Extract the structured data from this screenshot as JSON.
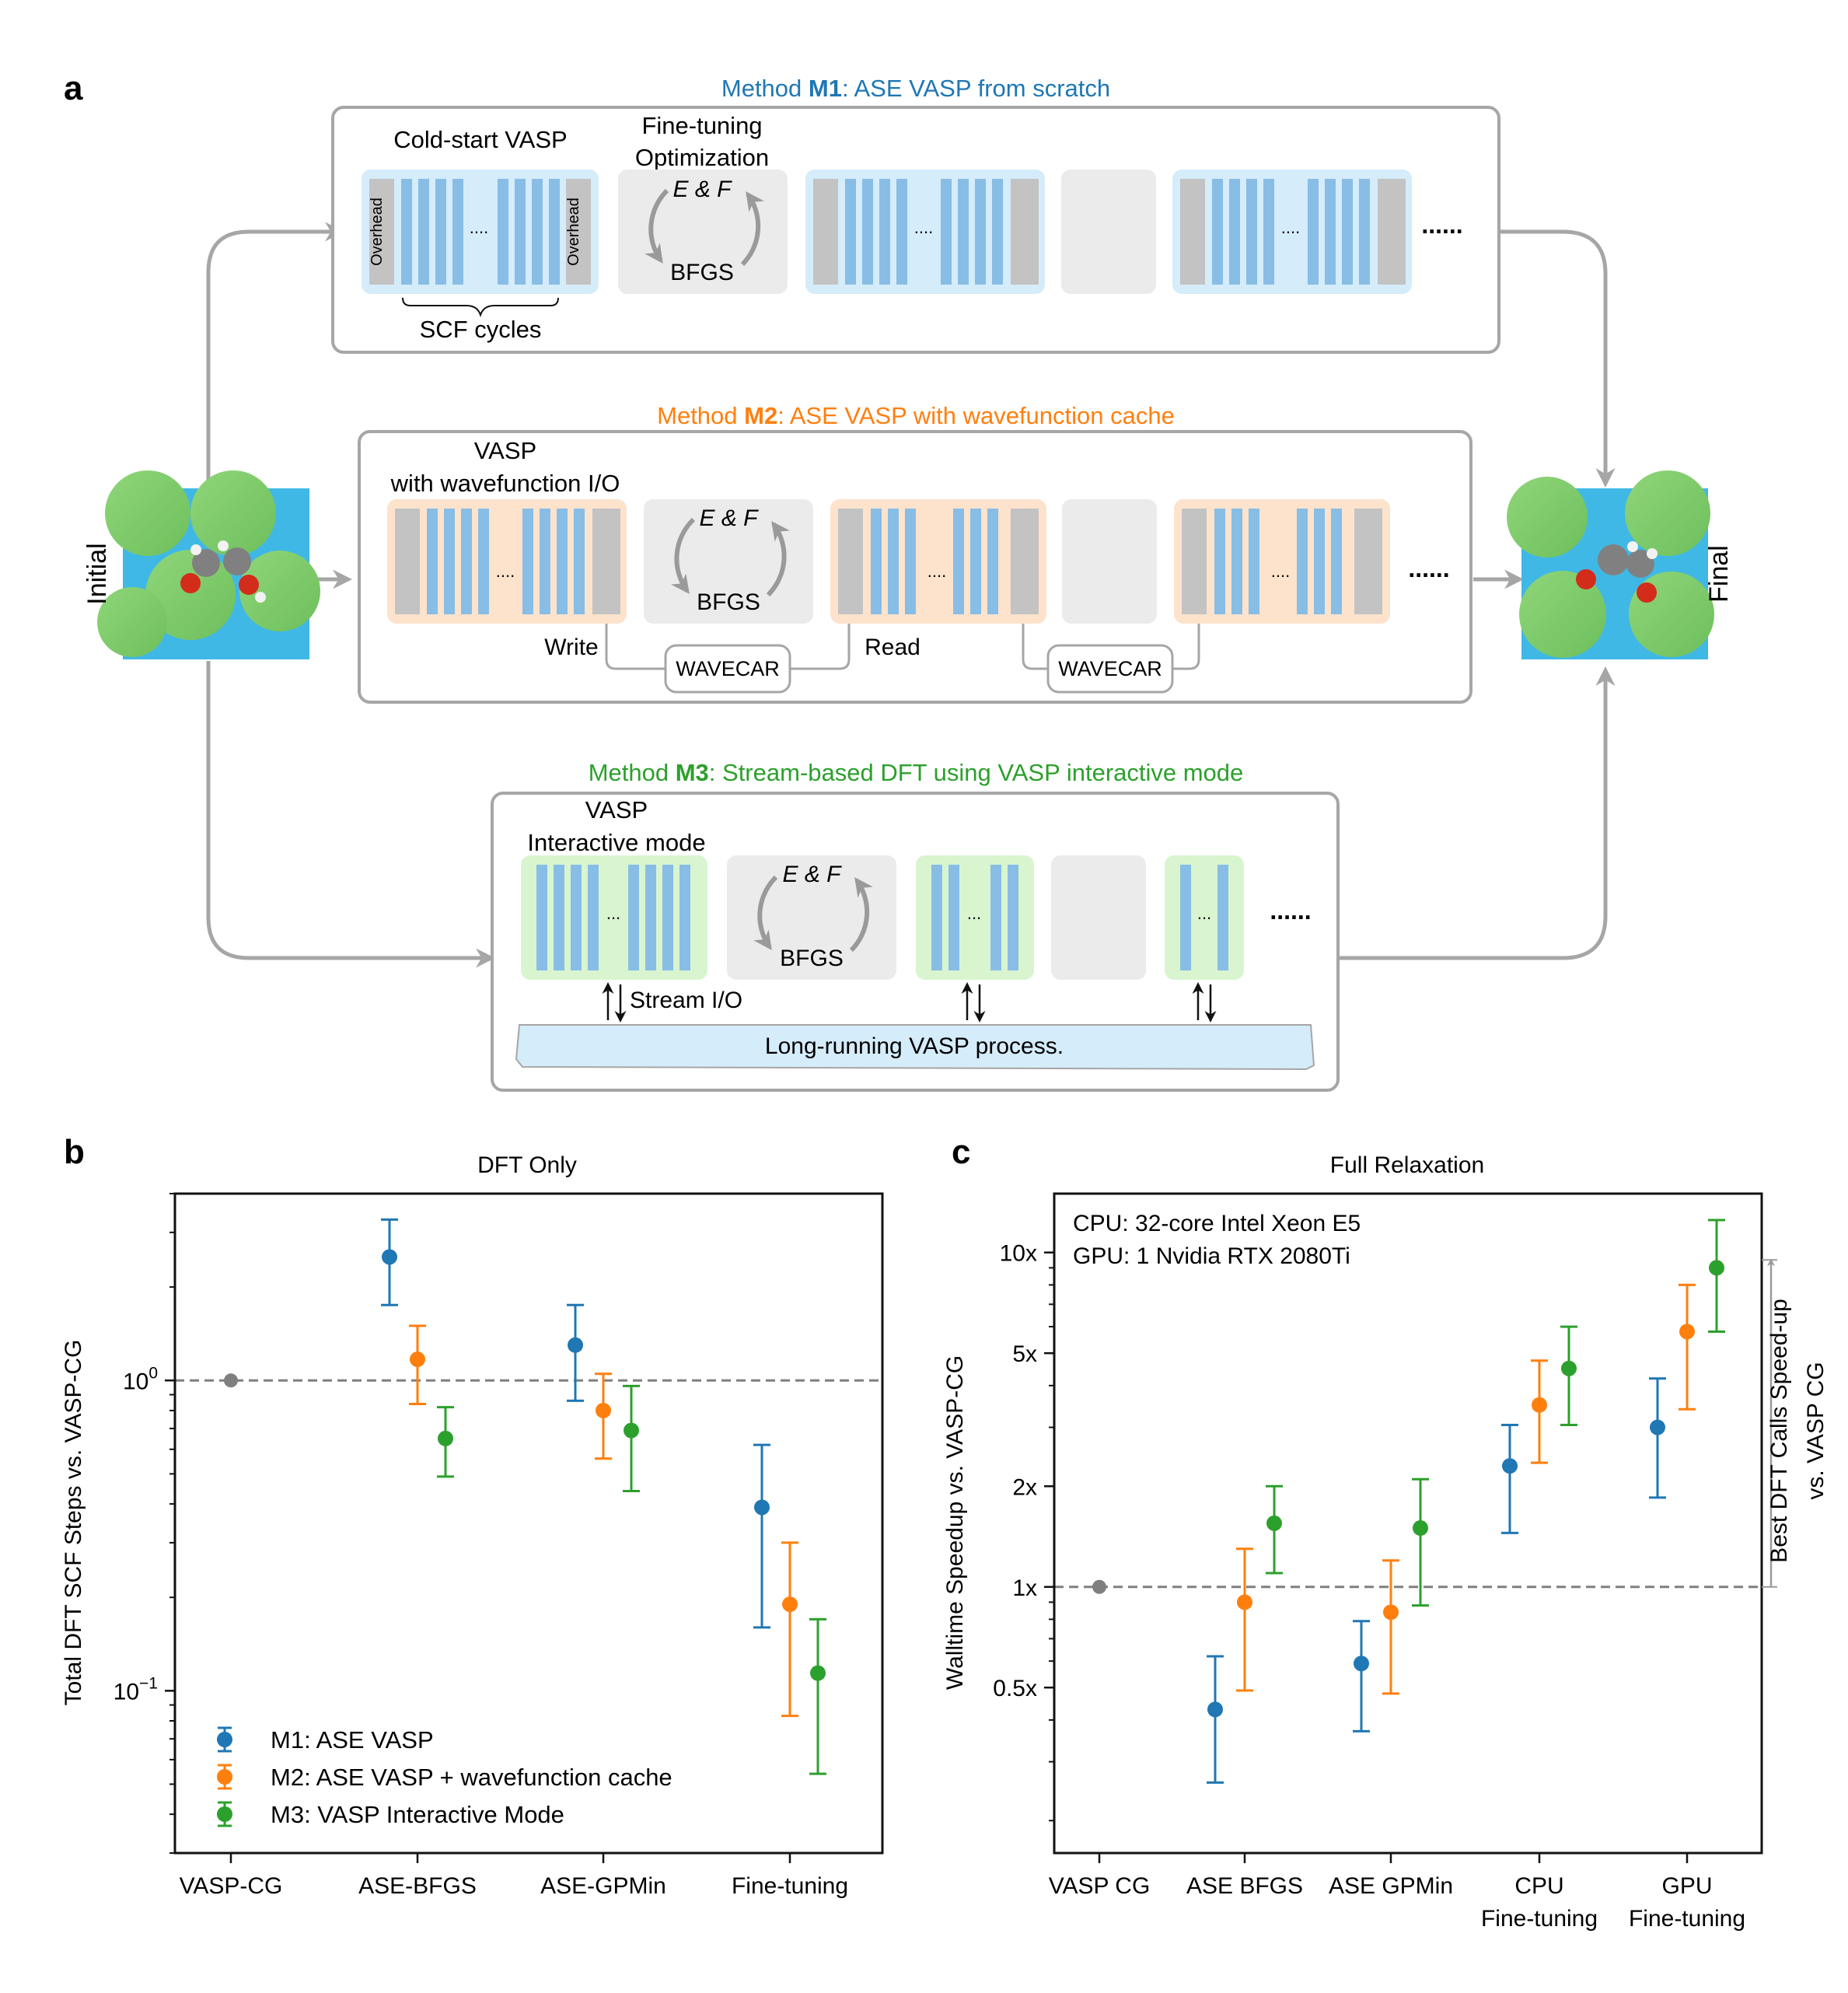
{
  "panel_a": {
    "label": "a",
    "m1": {
      "title_prefix": "Method ",
      "title_bold": "M1",
      "title_suffix": ": ASE VASP from scratch",
      "cold_start": "Cold-start VASP",
      "fine_tuning_line1": "Fine-tuning",
      "fine_tuning_line2": "Optimization",
      "overhead": "Overhead",
      "scf_cycles": "SCF cycles",
      "ef_label": "E & F",
      "bfgs": "BFGS",
      "ellipsis_small": "....",
      "ellipsis_big": "......"
    },
    "m2": {
      "title_prefix": "Method ",
      "title_bold": "M2",
      "title_suffix": ": ASE VASP with wavefunction cache",
      "vasp_line1": "VASP",
      "vasp_line2": "with wavefunction I/O",
      "ef_label": "E & F",
      "bfgs": "BFGS",
      "write": "Write",
      "read": "Read",
      "wavecar": "WAVECAR",
      "ellipsis_small": "....",
      "ellipsis_big": "......"
    },
    "m3": {
      "title_prefix": "Method ",
      "title_bold": "M3",
      "title_suffix": ": Stream-based DFT using VASP interactive mode",
      "vasp_line1": "VASP",
      "vasp_line2": "Interactive mode",
      "ef_label": "E & F",
      "bfgs": "BFGS",
      "stream_io": "Stream I/O",
      "long_running": "Long-running VASP process.",
      "ellipsis_small": "...",
      "ellipsis_big": "......"
    },
    "initial": "Initial",
    "final": "Final",
    "colors": {
      "m1": "#1f77b4",
      "m2": "#ff7f0e",
      "m3": "#2ca02c"
    }
  },
  "chart_data": [
    {
      "panel": "b",
      "type": "scatter",
      "title": "DFT Only",
      "xlabel": "",
      "ylabel": "Total DFT SCF Steps vs. VASP-CG",
      "yscale": "log",
      "ylim": [
        0.03,
        4.0
      ],
      "yticks": [
        {
          "value": 1,
          "base": "10",
          "exp": "0"
        },
        {
          "value": 0.1,
          "base": "10",
          "exp": "−1"
        }
      ],
      "categories": [
        "VASP-CG",
        "ASE-BFGS",
        "ASE-GPMin",
        "Fine-tuning"
      ],
      "reference": {
        "category": "VASP-CG",
        "value": 1.0,
        "color": "#7f7f7f"
      },
      "reference_line": 1.0,
      "legend": "lower-left",
      "series": [
        {
          "name": "M1: ASE VASP",
          "color": "#1f77b4",
          "points": [
            {
              "category": "ASE-BFGS",
              "value": 2.5,
              "low": 1.75,
              "high": 3.3
            },
            {
              "category": "ASE-GPMin",
              "value": 1.3,
              "low": 0.86,
              "high": 1.75
            },
            {
              "category": "Fine-tuning",
              "value": 0.39,
              "low": 0.16,
              "high": 0.62
            }
          ]
        },
        {
          "name": "M2: ASE VASP + wavefunction cache",
          "color": "#ff7f0e",
          "points": [
            {
              "category": "ASE-BFGS",
              "value": 1.17,
              "low": 0.84,
              "high": 1.5
            },
            {
              "category": "ASE-GPMin",
              "value": 0.8,
              "low": 0.56,
              "high": 1.05
            },
            {
              "category": "Fine-tuning",
              "value": 0.19,
              "low": 0.083,
              "high": 0.3
            }
          ]
        },
        {
          "name": "M3: VASP Interactive Mode",
          "color": "#2ca02c",
          "points": [
            {
              "category": "ASE-BFGS",
              "value": 0.65,
              "low": 0.49,
              "high": 0.82
            },
            {
              "category": "ASE-GPMin",
              "value": 0.69,
              "low": 0.44,
              "high": 0.96
            },
            {
              "category": "Fine-tuning",
              "value": 0.114,
              "low": 0.054,
              "high": 0.17
            }
          ]
        }
      ]
    },
    {
      "panel": "c",
      "type": "scatter",
      "title": "Full Relaxation",
      "xlabel": "",
      "ylabel": "Walltime Speedup vs. VASP-CG",
      "right_label_line1": "Best DFT Calls Speed-up",
      "right_label_line2": "vs. VASP CG",
      "yscale": "log",
      "ylim": [
        0.16,
        15.0
      ],
      "yticks": [
        {
          "value": 0.5,
          "label": "0.5x"
        },
        {
          "value": 1,
          "label": "1x"
        },
        {
          "value": 2,
          "label": "2x"
        },
        {
          "value": 5,
          "label": "5x"
        },
        {
          "value": 10,
          "label": "10x"
        }
      ],
      "categories": [
        [
          "VASP CG"
        ],
        [
          "ASE BFGS"
        ],
        [
          "ASE GPMin"
        ],
        [
          "CPU",
          "Fine-tuning"
        ],
        [
          "GPU",
          "Fine-tuning"
        ]
      ],
      "annotation_line1": "CPU: 32-core Intel Xeon E5",
      "annotation_line2": "GPU: 1 Nvidia RTX 2080Ti",
      "reference": {
        "category": 0,
        "value": 1.0,
        "color": "#7f7f7f"
      },
      "reference_line": 1.0,
      "best_speedup_arrow": {
        "from": 1.0,
        "to": 9.5
      },
      "series": [
        {
          "name": "M1",
          "color": "#1f77b4",
          "points": [
            {
              "category": 1,
              "value": 0.43,
              "low": 0.26,
              "high": 0.62
            },
            {
              "category": 2,
              "value": 0.59,
              "low": 0.37,
              "high": 0.79
            },
            {
              "category": 3,
              "value": 2.3,
              "low": 1.45,
              "high": 3.05
            },
            {
              "category": 4,
              "value": 3.0,
              "low": 1.85,
              "high": 4.2
            }
          ]
        },
        {
          "name": "M2",
          "color": "#ff7f0e",
          "points": [
            {
              "category": 1,
              "value": 0.9,
              "low": 0.49,
              "high": 1.3
            },
            {
              "category": 2,
              "value": 0.84,
              "low": 0.48,
              "high": 1.2
            },
            {
              "category": 3,
              "value": 3.5,
              "low": 2.35,
              "high": 4.75
            },
            {
              "category": 4,
              "value": 5.8,
              "low": 3.4,
              "high": 8.0
            }
          ]
        },
        {
          "name": "M3",
          "color": "#2ca02c",
          "points": [
            {
              "category": 1,
              "value": 1.55,
              "low": 1.1,
              "high": 2.0
            },
            {
              "category": 2,
              "value": 1.5,
              "low": 0.88,
              "high": 2.1
            },
            {
              "category": 3,
              "value": 4.5,
              "low": 3.05,
              "high": 6.0
            },
            {
              "category": 4,
              "value": 9.0,
              "low": 5.8,
              "high": 12.5
            }
          ]
        }
      ]
    }
  ]
}
